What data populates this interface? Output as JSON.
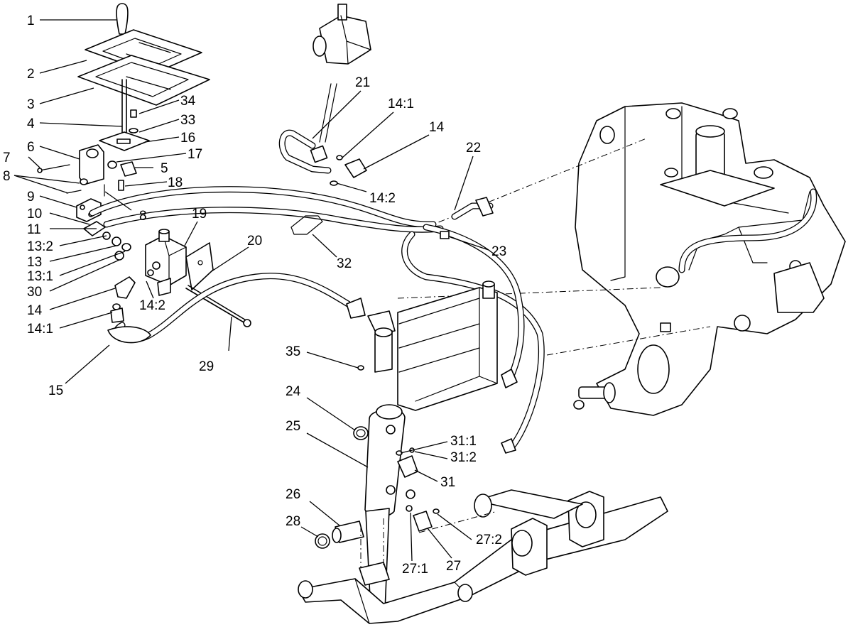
{
  "callouts": [
    {
      "id": "c1",
      "text": "1"
    },
    {
      "id": "c2",
      "text": "2"
    },
    {
      "id": "c3",
      "text": "3"
    },
    {
      "id": "c4",
      "text": "4"
    },
    {
      "id": "c6",
      "text": "6"
    },
    {
      "id": "c7",
      "text": "7"
    },
    {
      "id": "c8a",
      "text": "8"
    },
    {
      "id": "c9",
      "text": "9"
    },
    {
      "id": "c10",
      "text": "10"
    },
    {
      "id": "c11",
      "text": "11"
    },
    {
      "id": "c13_2",
      "text": "13:2"
    },
    {
      "id": "c13",
      "text": "13"
    },
    {
      "id": "c13_1",
      "text": "13:1"
    },
    {
      "id": "c30",
      "text": "30"
    },
    {
      "id": "c14a",
      "text": "14"
    },
    {
      "id": "c14_1a",
      "text": "14:1"
    },
    {
      "id": "c15",
      "text": "15"
    },
    {
      "id": "c34",
      "text": "34"
    },
    {
      "id": "c33",
      "text": "33"
    },
    {
      "id": "c16",
      "text": "16"
    },
    {
      "id": "c17",
      "text": "17"
    },
    {
      "id": "c5",
      "text": "5"
    },
    {
      "id": "c18",
      "text": "18"
    },
    {
      "id": "c8b",
      "text": "8"
    },
    {
      "id": "c19",
      "text": "19"
    },
    {
      "id": "c20",
      "text": "20"
    },
    {
      "id": "c14_2a",
      "text": "14:2"
    },
    {
      "id": "c29",
      "text": "29"
    },
    {
      "id": "c21",
      "text": "21"
    },
    {
      "id": "c14_1b",
      "text": "14:1"
    },
    {
      "id": "c14b",
      "text": "14"
    },
    {
      "id": "c14_2b",
      "text": "14:2"
    },
    {
      "id": "c22",
      "text": "22"
    },
    {
      "id": "c23",
      "text": "23"
    },
    {
      "id": "c32",
      "text": "32"
    },
    {
      "id": "c35",
      "text": "35"
    },
    {
      "id": "c24",
      "text": "24"
    },
    {
      "id": "c25",
      "text": "25"
    },
    {
      "id": "c31_1",
      "text": "31:1"
    },
    {
      "id": "c31_2",
      "text": "31:2"
    },
    {
      "id": "c31",
      "text": "31"
    },
    {
      "id": "c26",
      "text": "26"
    },
    {
      "id": "c28",
      "text": "28"
    },
    {
      "id": "c27_1",
      "text": "27:1"
    },
    {
      "id": "c27",
      "text": "27"
    },
    {
      "id": "c27_2",
      "text": "27:2"
    }
  ]
}
